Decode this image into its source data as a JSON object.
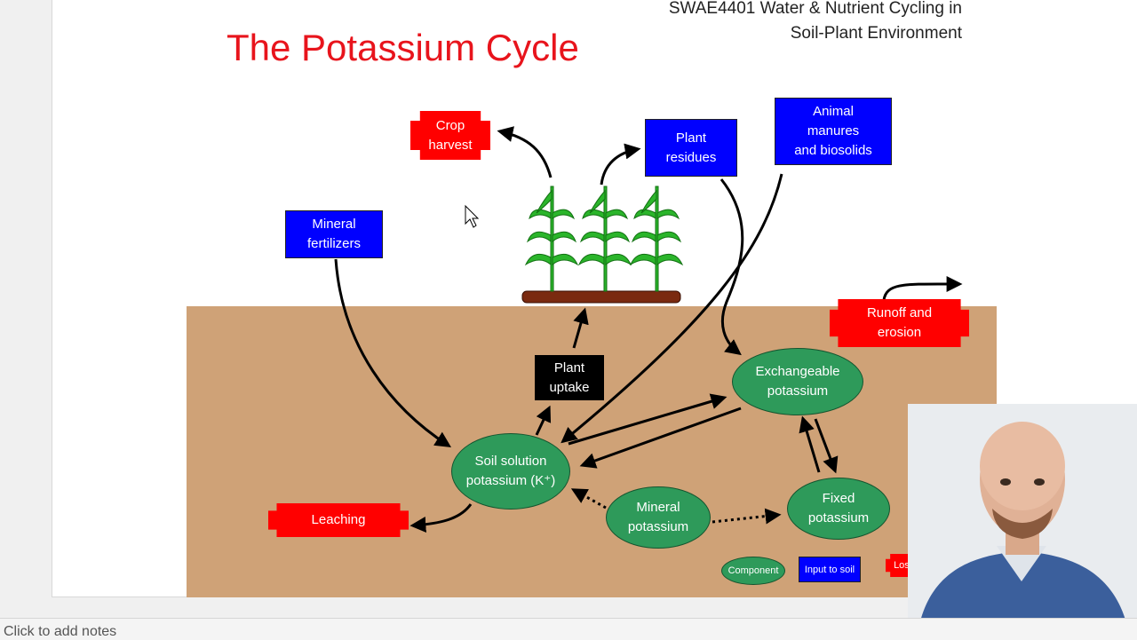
{
  "header": {
    "course_line1": "SWAE4401 Water & Nutrient Cycling in",
    "course_line2": "Soil-Plant Environment"
  },
  "slide": {
    "title": "The Potassium Cycle",
    "inputs": {
      "mineral_fertilizers": [
        "Mineral",
        "fertilizers"
      ],
      "plant_residues": [
        "Plant",
        "residues"
      ],
      "animal_manures": [
        "Animal",
        "manures",
        "and biosolids"
      ]
    },
    "losses": {
      "crop_harvest": [
        "Crop",
        "harvest"
      ],
      "runoff": [
        "Runoff and",
        "erosion"
      ],
      "leaching": "Leaching"
    },
    "process": {
      "plant_uptake": [
        "Plant",
        "uptake"
      ]
    },
    "components": {
      "exchangeable": [
        "Exchangeable",
        "potassium"
      ],
      "soil_solution": [
        "Soil solution",
        "potassium (K⁺)"
      ],
      "mineral": [
        "Mineral",
        "potassium"
      ],
      "fixed": [
        "Fixed",
        "potassium"
      ]
    },
    "legend": {
      "component": "Component",
      "input": "Input to soil",
      "loss": "Loss from soil"
    },
    "colors": {
      "title_red": "#e8141c",
      "input_blue": "#0000ff",
      "loss_red": "#ff0000",
      "component_green": "#2e9a5a",
      "soil_tan": "#cfa277",
      "plant_green": "#2bb52b"
    }
  },
  "notes": {
    "placeholder": "Click to add notes"
  }
}
